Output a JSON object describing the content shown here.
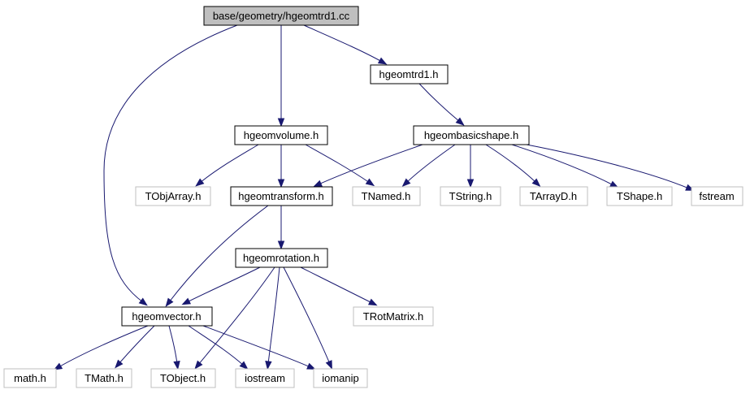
{
  "nodes": {
    "root": {
      "label": "base/geometry/hgeomtrd1.cc",
      "kind": "root"
    },
    "hgeomtrd1_h": {
      "label": "hgeomtrd1.h",
      "kind": "local"
    },
    "hgeomvolume_h": {
      "label": "hgeomvolume.h",
      "kind": "local"
    },
    "hgeombasicshape_h": {
      "label": "hgeombasicshape.h",
      "kind": "local"
    },
    "tobjarray_h": {
      "label": "TObjArray.h",
      "kind": "external"
    },
    "hgeomtransform_h": {
      "label": "hgeomtransform.h",
      "kind": "local"
    },
    "tnamed_h": {
      "label": "TNamed.h",
      "kind": "external"
    },
    "tstring_h": {
      "label": "TString.h",
      "kind": "external"
    },
    "tarrayd_h": {
      "label": "TArrayD.h",
      "kind": "external"
    },
    "tshape_h": {
      "label": "TShape.h",
      "kind": "external"
    },
    "fstream": {
      "label": "fstream",
      "kind": "external"
    },
    "hgeomrotation_h": {
      "label": "hgeomrotation.h",
      "kind": "local"
    },
    "trotmatrix_h": {
      "label": "TRotMatrix.h",
      "kind": "external"
    },
    "hgeomvector_h": {
      "label": "hgeomvector.h",
      "kind": "local"
    },
    "math_h": {
      "label": "math.h",
      "kind": "external"
    },
    "tmath_h": {
      "label": "TMath.h",
      "kind": "external"
    },
    "tobject_h": {
      "label": "TObject.h",
      "kind": "external"
    },
    "iostream": {
      "label": "iostream",
      "kind": "external"
    },
    "iomanip": {
      "label": "iomanip",
      "kind": "external"
    }
  },
  "edges": [
    [
      "root",
      "hgeomtrd1_h"
    ],
    [
      "root",
      "hgeomvolume_h"
    ],
    [
      "root",
      "hgeomvector_h"
    ],
    [
      "hgeomtrd1_h",
      "hgeombasicshape_h"
    ],
    [
      "hgeomvolume_h",
      "tobjarray_h"
    ],
    [
      "hgeomvolume_h",
      "hgeomtransform_h"
    ],
    [
      "hgeomvolume_h",
      "tnamed_h"
    ],
    [
      "hgeombasicshape_h",
      "hgeomtransform_h"
    ],
    [
      "hgeombasicshape_h",
      "tnamed_h"
    ],
    [
      "hgeombasicshape_h",
      "tstring_h"
    ],
    [
      "hgeombasicshape_h",
      "tarrayd_h"
    ],
    [
      "hgeombasicshape_h",
      "tshape_h"
    ],
    [
      "hgeombasicshape_h",
      "fstream"
    ],
    [
      "hgeomtransform_h",
      "hgeomrotation_h"
    ],
    [
      "hgeomtransform_h",
      "hgeomvector_h"
    ],
    [
      "hgeomrotation_h",
      "hgeomvector_h"
    ],
    [
      "hgeomrotation_h",
      "tobject_h"
    ],
    [
      "hgeomrotation_h",
      "iostream"
    ],
    [
      "hgeomrotation_h",
      "iomanip"
    ],
    [
      "hgeomrotation_h",
      "trotmatrix_h"
    ],
    [
      "hgeomvector_h",
      "math_h"
    ],
    [
      "hgeomvector_h",
      "tmath_h"
    ],
    [
      "hgeomvector_h",
      "tobject_h"
    ],
    [
      "hgeomvector_h",
      "iostream"
    ],
    [
      "hgeomvector_h",
      "iomanip"
    ]
  ],
  "colors": {
    "edge": "#191970",
    "root_fill": "#bfbfbf",
    "local_border": "#000000",
    "external_border": "#bfbfbf"
  }
}
